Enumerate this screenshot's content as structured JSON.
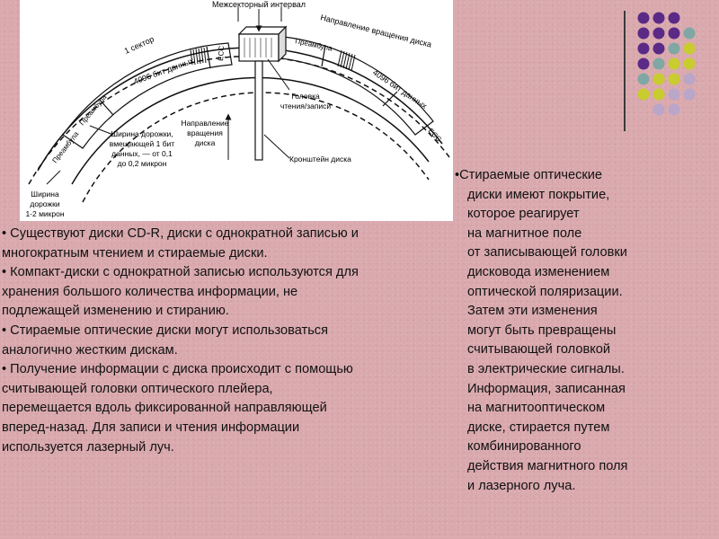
{
  "diagram": {
    "labels": {
      "intersector_gap": "Межсекторный интервал",
      "sector1": "1 сектор",
      "data_left": "4096 бит данных",
      "preamble_left": "Преамбула",
      "ecc_left": "ECC",
      "preamble_right": "Преамбула",
      "data_right": "4096 бит данных",
      "ecc_right": "ECC",
      "rotation_dir_top": "Направление вращения диска",
      "preamble_far_left": "Преамбула",
      "track_width_bit": [
        "Ширина дорожки,",
        "вмещающей 1 бит",
        "данных, — от 0,1",
        "до 0,2 микрон"
      ],
      "track_width": [
        "Ширина",
        "дорожки",
        "1-2 микрон"
      ],
      "rotation_dir_center": [
        "Направление",
        "вращения",
        "диска"
      ],
      "rw_head": [
        "Головка",
        "чтения/записи"
      ],
      "disk_bracket": "Кронштейн диска"
    }
  },
  "left_text": [
    "•  Существуют диски CD-R, диски с однократной записью и многократным чтением и стираемые диски.",
    "•  Компакт-диски с однократной записью используются для хранения большого количества информации, не подлежащей изменению и стиранию.",
    "•  Стираемые оптические диски могут использоваться аналогично жестким дискам.",
    "• Получение информации с диска происходит с помощью считывающей головки оптического плейера, перемещается вдоль фиксированной направляющей вперед-назад. Для записи и чтения информации используется лазерный луч."
  ],
  "right_text_lines": [
    "•Стираемые оптические",
    "диски имеют покрытие,",
    "которое реагирует",
    "на магнитное поле",
    "от записывающей головки",
    "дисковода изменением",
    "оптической поляризации.",
    "Затем эти изменения",
    "могут быть превращены",
    "считывающей головкой",
    "в электрические сигналы.",
    "Информация, записанная",
    "на магнитооптическом",
    "диске, стирается путем",
    "комбинированного",
    "действия магнитного поля",
    "и лазерного луча."
  ],
  "decoration": {
    "dot_colors": {
      "purple": "#5b2a86",
      "teal": "#7fa7a3",
      "yellow": "#c8cc2e",
      "lavender": "#b9a6c9"
    },
    "dot_grid": [
      [
        "purple",
        "purple",
        "purple",
        ""
      ],
      [
        "purple",
        "purple",
        "purple",
        "teal"
      ],
      [
        "purple",
        "purple",
        "teal",
        "yellow"
      ],
      [
        "purple",
        "teal",
        "yellow",
        "yellow"
      ],
      [
        "teal",
        "yellow",
        "yellow",
        "lavender"
      ],
      [
        "yellow",
        "yellow",
        "lavender",
        "lavender"
      ],
      [
        "",
        "lavender",
        "lavender",
        ""
      ]
    ]
  }
}
